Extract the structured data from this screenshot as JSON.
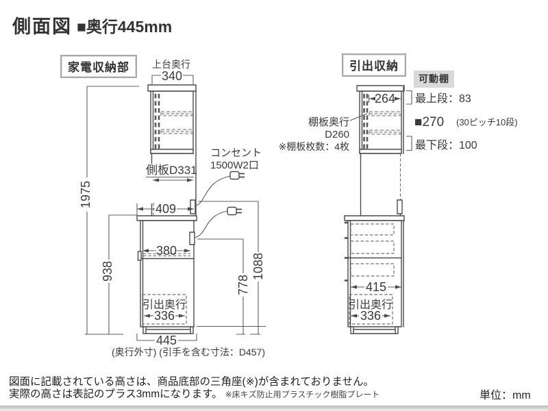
{
  "header": {
    "title": "側面図",
    "subtitle": "■奥行445mm"
  },
  "left": {
    "label": "家電収納部",
    "top_depth_label": "上台奥行",
    "dim_top_width": "340",
    "dim_total_height": "1975",
    "side_panel": "側板D331",
    "outlet_line1": "コンセント",
    "outlet_line2": "1500W2口",
    "dim_counter_depth": "409",
    "dim_counter_height": "938",
    "dim_shelf_depth": "380",
    "dim_outlet_low": "778",
    "dim_outlet_high": "1088",
    "drawer_depth_label": "引出奥行",
    "dim_drawer_depth": "336",
    "dim_base_depth": "445",
    "caption": "(奥行外寸) (引手を含む寸法：D457)"
  },
  "right": {
    "label": "引出収納",
    "movable_shelf": "可動棚",
    "dim_inner_depth": "264",
    "shelf_depth_line1": "棚板奥行",
    "shelf_depth_line2": "D260",
    "shelf_count": "※棚板枚数：4枚",
    "top_step": "最上段：83",
    "pitch_big": "■270",
    "pitch_small": "(30ピッチ10段)",
    "bottom_step": "最下段：100",
    "dim_drawer_width": "415",
    "drawer_depth_label": "引出奥行",
    "dim_drawer_depth": "336"
  },
  "footer": {
    "note1": "図面に記載されている高さは、商品底部の三角座(※)が含まれておりません。",
    "note2": "実際の高さは表記のプラス3mmになります。",
    "note2_sub": "※床キズ防止用プラスチック樹脂プレート",
    "unit": "単位：mm"
  }
}
